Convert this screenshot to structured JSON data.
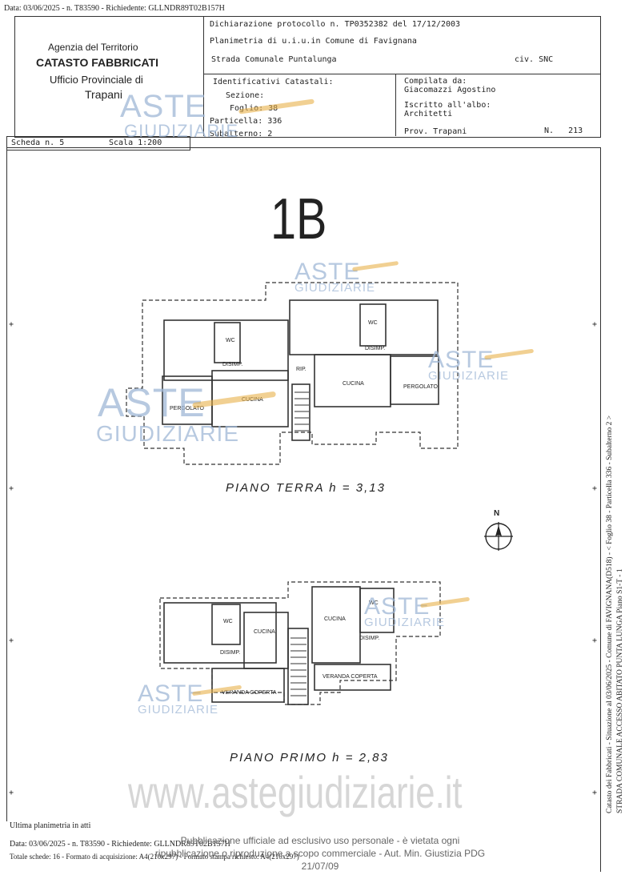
{
  "top_stamp": "Data: 03/06/2025 - n. T83590 - Richiedente: GLLNDR89T02B157H",
  "header": {
    "agency_line1": "Agenzia del Territorio",
    "agency_line2": "CATASTO FABBRICATI",
    "agency_line3": "Ufficio Provinciale di",
    "agency_line4": "Trapani",
    "dichiarazione": "Dichiarazione protocollo n. TP0352382 del 17/12/2003",
    "planimetria": "Planimetria di u.i.u.in Comune di Favignana",
    "address": "Strada Comunale Puntalunga",
    "civ": "civ. SNC",
    "identificativi_label": "Identificativi Catastali:",
    "sezione": "Sezione:",
    "foglio": "Foglio: 38",
    "particella": "Particella: 336",
    "subalterno": "Subalterno: 2",
    "compilata_label": "Compilata da:",
    "compilata_name": "Giacomazzi Agostino",
    "iscritto_label": "Iscritto all'albo:",
    "iscritto_value": "Architetti",
    "prov": "Prov. Trapani",
    "numero": "N.   213",
    "scheda": "Scheda n. 5",
    "scala": "Scala 1:200"
  },
  "plan": {
    "unit_label": "1B",
    "ground_floor": {
      "title": "PIANO TERRA h = 3,13",
      "rooms": [
        "WC",
        "DISIMP.",
        "CUCINA",
        "PERGOLATO",
        "RIP.",
        "WC",
        "DISIMP.",
        "CUCINA",
        "PERGOLATO"
      ]
    },
    "first_floor": {
      "title": "PIANO PRIMO h = 2,83",
      "rooms": [
        "WC",
        "CUCINA",
        "DISIMP.",
        "VERANDA COPERTA",
        "CUCINA",
        "WC",
        "DISIMP.",
        "VERANDA COPERTA"
      ]
    },
    "north_label": "N"
  },
  "watermark": {
    "brand_top": "ASTE",
    "brand_bottom": "GIUDIZIARIE",
    "url": "www.astegiudiziarie.it",
    "notice_line1": "Pubblicazione ufficiale ad esclusivo uso personale - è vietata ogni",
    "notice_line2": "ripubblicazione o riproduzione a scopo commerciale - Aut. Min. Giustizia PDG 21/07/09"
  },
  "footer": {
    "ultima": "Ultima planimetria in atti",
    "data_line": "Data: 03/06/2025 - n. T83590 - Richiedente: GLLNDR89T02B157H",
    "totale_line": "Totale schede: 16 - Formato di acquisizione: A4(210x297) - Formato stampa richiesto: A4(210x297)"
  },
  "side_text": {
    "line1": "Catasto dei Fabbricati - Situazione al 03/06/2025 - Comune di FAVIGNANA(D518) - < Foglio 38 - Particella 336 - Subalterno 2 >",
    "line2": "STRADA COMUNALE ACCESSO ABITATO PUNTA LUNGA Piano S1-T - 1"
  },
  "colors": {
    "watermark": "#a9bfd8",
    "ink": "#222222",
    "accent_hammer": "#e8b04a"
  }
}
